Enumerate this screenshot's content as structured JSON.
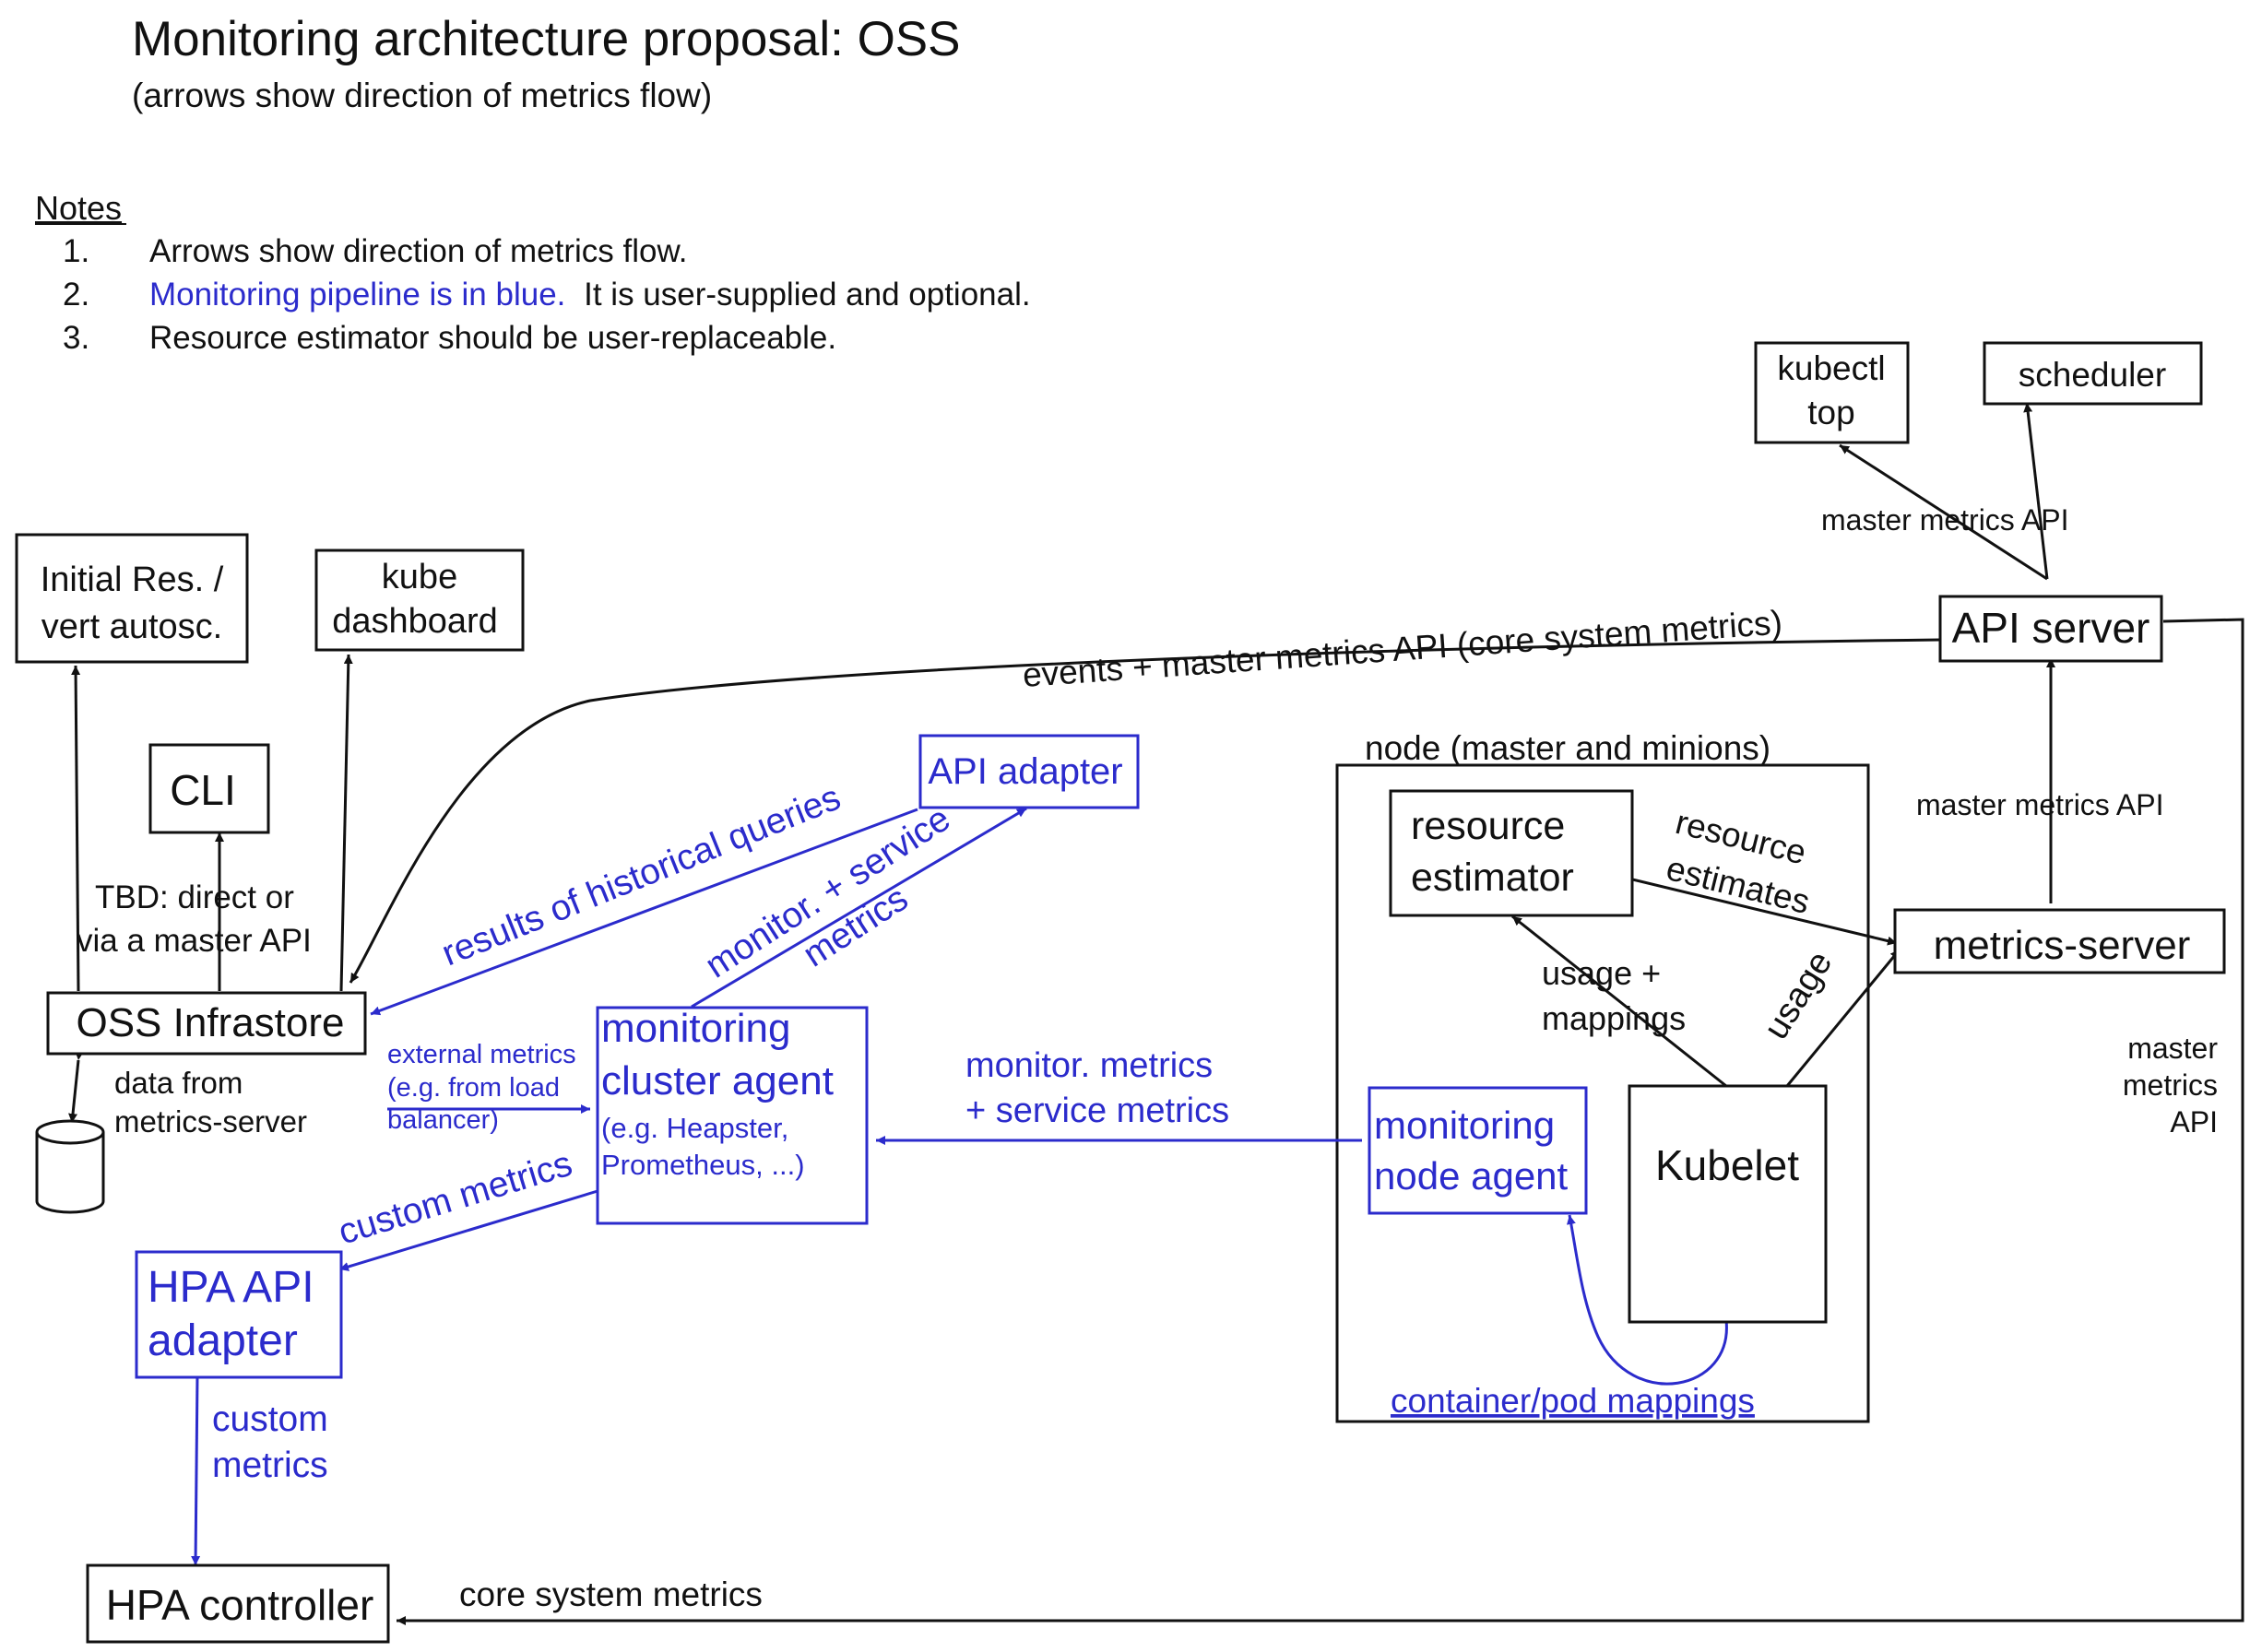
{
  "header": {
    "title": "Monitoring architecture proposal: OSS",
    "subtitle": "(arrows show direction of metrics flow)"
  },
  "notes": {
    "heading": "Notes",
    "items": [
      {
        "num": "1.",
        "text": "Arrows show direction of metrics flow."
      },
      {
        "num": "2.",
        "text_blue": "Monitoring pipeline is in blue.",
        "text": "It is user-supplied and optional."
      },
      {
        "num": "3.",
        "text": "Resource estimator should be user-replaceable."
      }
    ]
  },
  "boxes": {
    "kubectl_top": [
      "kubectl",
      "top"
    ],
    "scheduler": "scheduler",
    "initial_res": [
      "Initial Res. /",
      "vert autosc."
    ],
    "kube_dashboard": [
      "kube",
      "dashboard"
    ],
    "cli": "CLI",
    "api_server": "API server",
    "api_adapter": "API adapter",
    "node_container": "node (master and minions)",
    "resource_estimator": [
      "resource",
      "estimator"
    ],
    "metrics_server": "metrics-server",
    "oss_infrastore": "OSS Infrastore",
    "monitoring_cluster_agent": [
      "monitoring",
      "cluster agent",
      "(e.g. Heapster,",
      "Prometheus, ...)"
    ],
    "monitoring_node_agent": [
      "monitoring",
      "node agent"
    ],
    "kubelet": "Kubelet",
    "hpa_api_adapter": [
      "HPA API",
      "adapter"
    ],
    "hpa_controller": "HPA controller"
  },
  "labels": {
    "master_metrics_api_top": "master metrics API",
    "events_master_metrics": "events + master metrics API (core system metrics)",
    "results_historical": "results of historical queries",
    "monitor_service_metrics": [
      "monitor. + service",
      "metrics"
    ],
    "master_metrics_api_mid": "master metrics API",
    "tbd": [
      "TBD: direct or",
      "via a master API"
    ],
    "resource_estimates": [
      "resource",
      "estimates"
    ],
    "usage_mappings": [
      "usage +",
      "mappings"
    ],
    "usage": "usage",
    "master_metrics_api_right": [
      "master",
      "metrics",
      "API"
    ],
    "data_from": [
      "data from",
      "metrics-server"
    ],
    "external_metrics": [
      "external metrics",
      "(e.g. from load",
      "balancer)"
    ],
    "monitor_metrics_service": [
      "monitor. metrics",
      "+ service metrics"
    ],
    "custom_metrics_diag": "custom metrics",
    "custom_metrics_down": [
      "custom",
      "metrics"
    ],
    "container_pod_mappings": "container/pod mappings",
    "core_system_metrics": "core system metrics"
  },
  "colors": {
    "black": "#111111",
    "blue": "#2b2bcc",
    "background": "#ffffff"
  }
}
